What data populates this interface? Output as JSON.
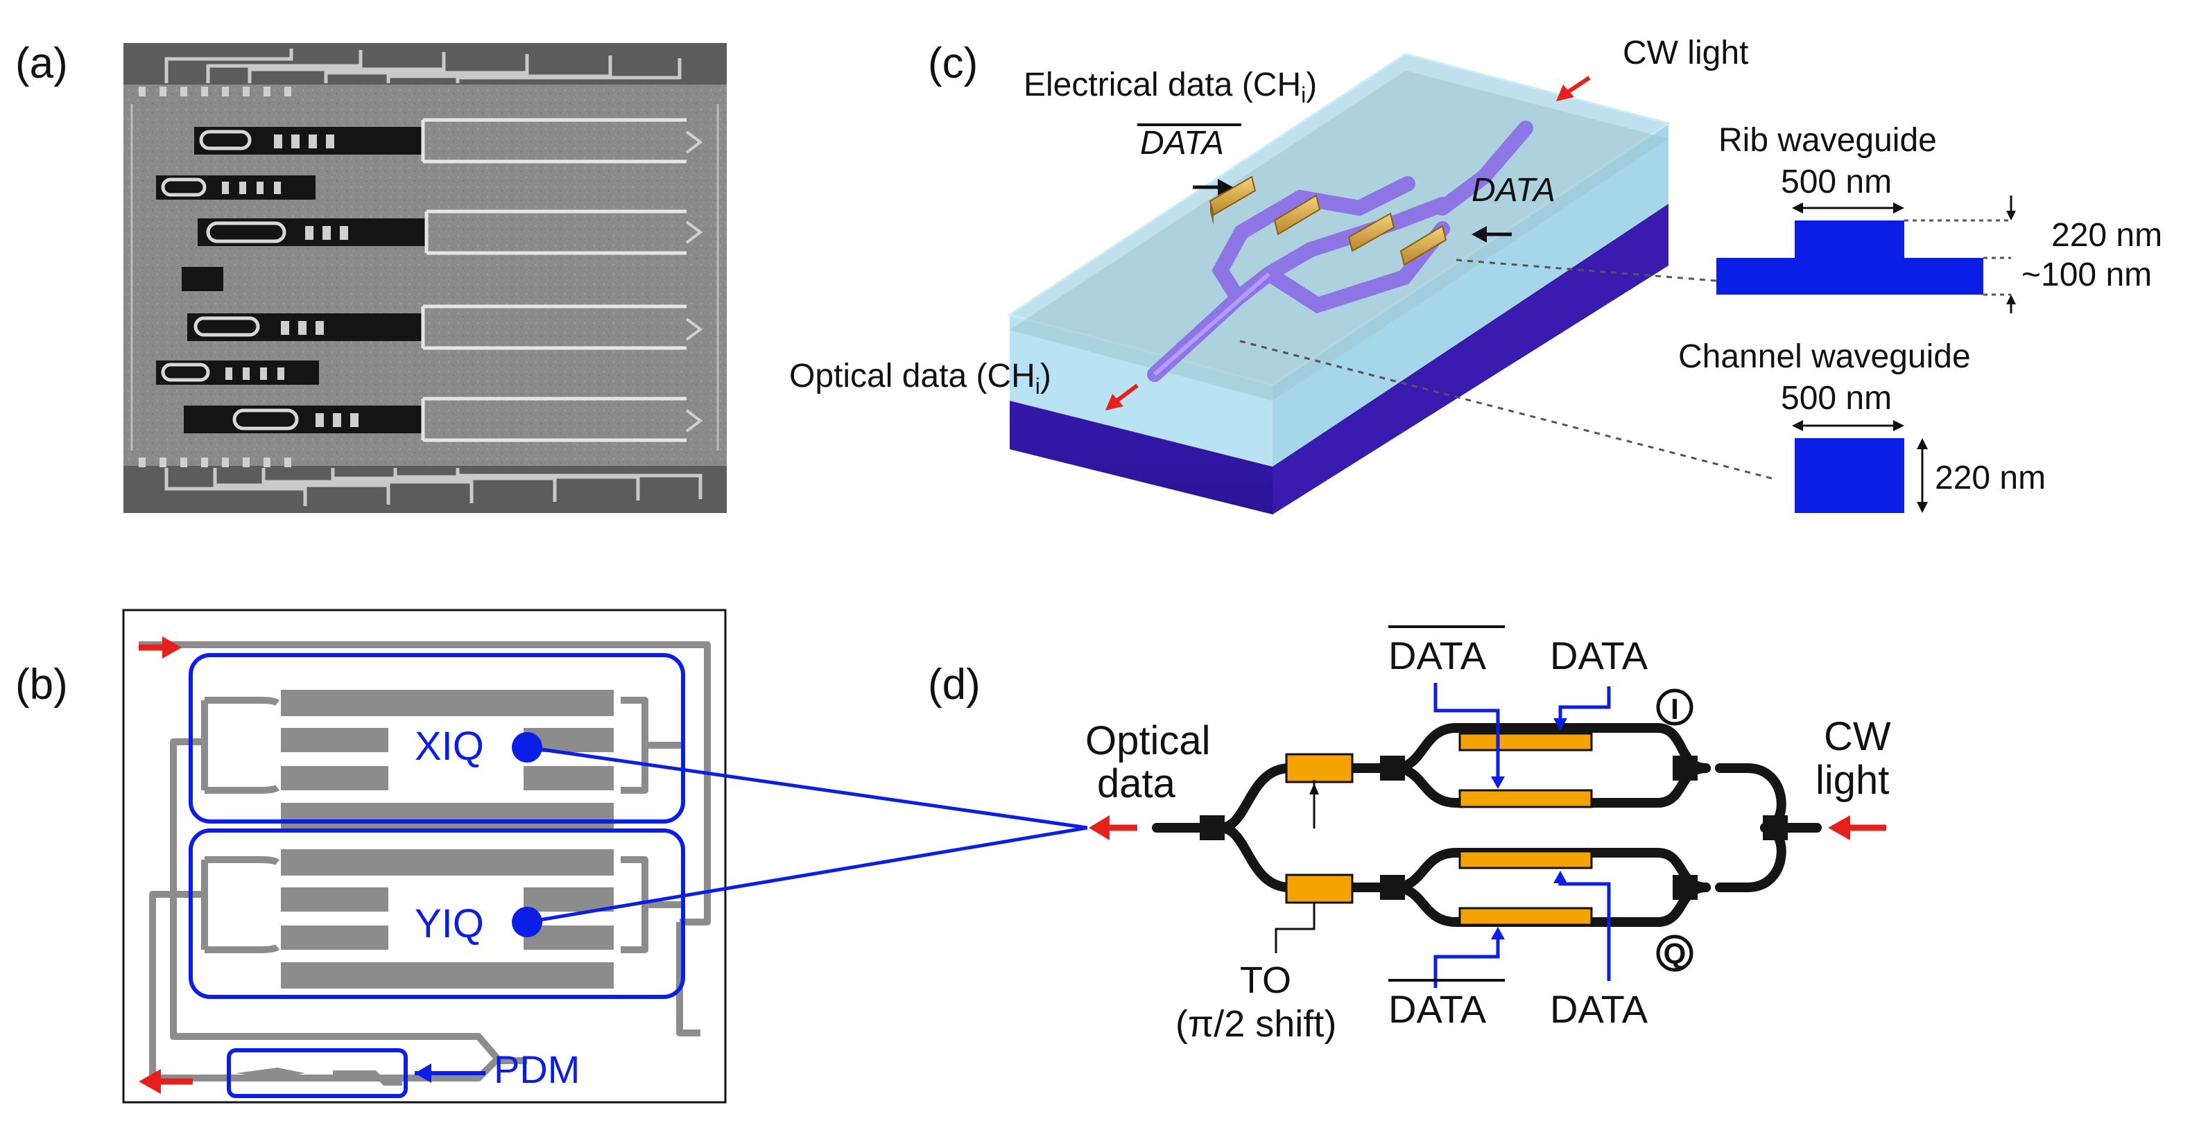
{
  "panels": {
    "a": "(a)",
    "b": "(b)",
    "c": "(c)",
    "d": "(d)"
  },
  "panel_b": {
    "xiq": "XIQ",
    "yiq": "YIQ",
    "pdm": "PDM"
  },
  "panel_c": {
    "electrical_data_prefix": "Electrical data (CH",
    "optical_data_prefix": "Optical data (CH",
    "channel_sub": "i",
    "close_paren": ")",
    "cw_light": "CW light",
    "data_bar": "DATA",
    "data": "DATA",
    "rib_waveguide": "Rib waveguide",
    "rib_width": "500 nm",
    "rib_height": "220 nm",
    "rib_slab": "~100 nm",
    "channel_waveguide": "Channel waveguide",
    "channel_width": "500 nm",
    "channel_height": "220 nm"
  },
  "panel_d": {
    "optical_line1": "Optical",
    "optical_line2": "data",
    "cw_line1": "CW",
    "cw_line2": "light",
    "data_bar_top": "DATA",
    "data_top": "DATA",
    "data_bar_bottom": "DATA",
    "data_bottom": "DATA",
    "i_label": "I",
    "q_label": "Q",
    "to_line1": "TO",
    "to_line2": "(π/2 shift)"
  },
  "colors": {
    "blue": "#0a1ee6",
    "red": "#e8201c",
    "orange": "#f5a300",
    "waveguide": "#151515",
    "gray": "#888888"
  }
}
